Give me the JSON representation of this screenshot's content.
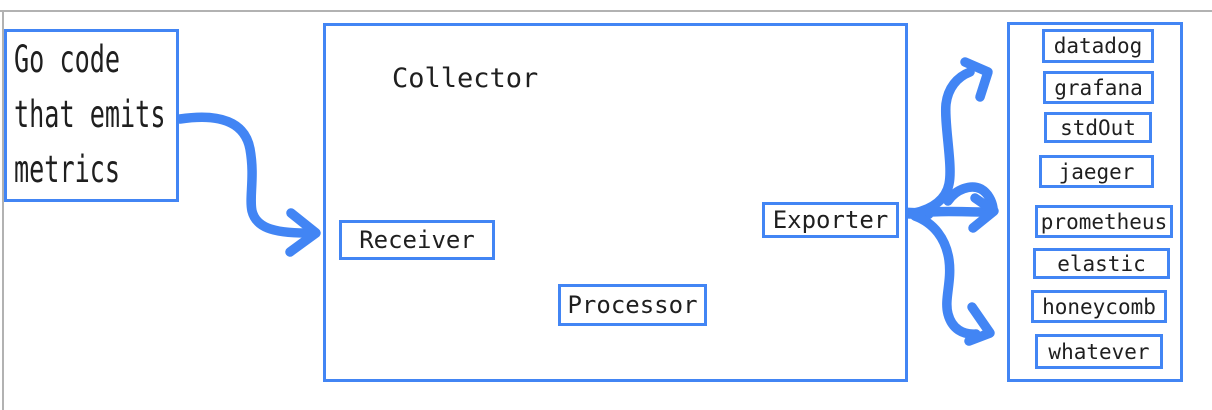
{
  "colors": {
    "accent": "#4285f4",
    "text": "#1f1f1f",
    "background": "#ffffff",
    "edge_gray": "#b2b2b2"
  },
  "source_node": {
    "label": "Go code\nthat emits\nmetrics"
  },
  "collector": {
    "title": "Collector",
    "stages": [
      {
        "label": "Receiver"
      },
      {
        "label": "Processor"
      },
      {
        "label": "Exporter"
      }
    ]
  },
  "backends": [
    {
      "label": "datadog"
    },
    {
      "label": "grafana"
    },
    {
      "label": "stdOut"
    },
    {
      "label": "jaeger"
    },
    {
      "label": "prometheus"
    },
    {
      "label": "elastic"
    },
    {
      "label": "honeycomb"
    },
    {
      "label": "whatever"
    }
  ],
  "connections": [
    {
      "from": "go-code",
      "to": "collector"
    },
    {
      "from": "receiver",
      "to": "processor"
    },
    {
      "from": "processor",
      "to": "exporter"
    },
    {
      "from": "exporter",
      "to": "backends-upper-group"
    },
    {
      "from": "exporter",
      "to": "backends-middle-group"
    },
    {
      "from": "exporter",
      "to": "backends-lower-group"
    }
  ]
}
